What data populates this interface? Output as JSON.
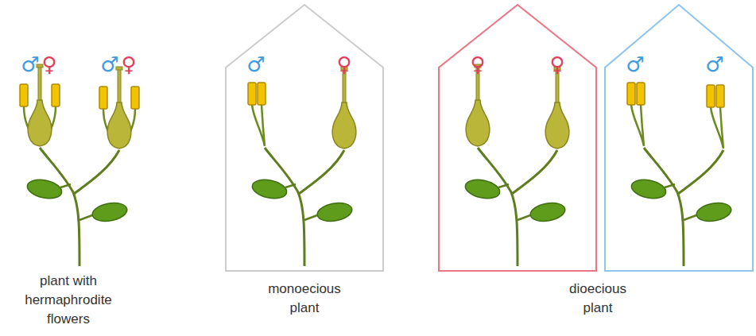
{
  "diagram": {
    "nodes": [
      {
        "text": [
          "♂",
          "♀",
          "monoecious plant"
        ]
      },
      {
        "text": [
          "♀",
          "♀"
        ]
      },
      {
        "text": [
          "♂",
          "♂"
        ]
      }
    ],
    "labels": [
      "♂",
      "♀",
      "♂",
      "♀",
      "plant with hermaphrodite flowers",
      "dioecious plant"
    ]
  }
}
